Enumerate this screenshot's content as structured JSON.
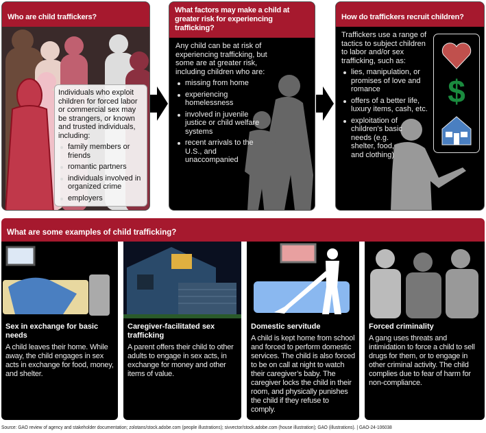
{
  "panels": [
    {
      "title": "Who are child traffickers?",
      "intro": "Individuals who exploit children for forced labor or commercial sex may be strangers, or known and trusted individuals, including:",
      "items": [
        "family members or friends",
        "romantic partners",
        "individuals involved in organized crime",
        "employers"
      ]
    },
    {
      "title": "What factors may make a child at greater risk for experiencing trafficking?",
      "intro": "Any child can be at risk of experiencing trafficking, but some are at greater risk, including children who are:",
      "items": [
        "missing from home",
        "experiencing homelessness",
        "involved in juvenile justice or child welfare systems",
        "recent arrivals to the U.S., and unaccompanied"
      ]
    },
    {
      "title": "How do traffickers recruit children?",
      "intro": "Traffickers use a range of tactics to subject children to labor and/or sex trafficking, such as:",
      "items": [
        "lies, manipulation, or promises of love and romance",
        "offers of a better life, luxury items, cash, etc.",
        "exploitation of children's basic needs (e.g. shelter, food, and clothing)"
      ],
      "icons": [
        "heart-icon",
        "dollar-icon",
        "house-icon"
      ]
    }
  ],
  "examples": {
    "title": "What are some examples of child trafficking?",
    "cards": [
      {
        "title": "Sex in exchange for basic needs",
        "body": "A child leaves their home. While away, the child engages in sex acts in exchange for food, money, and shelter."
      },
      {
        "title": "Caregiver-facilitated sex trafficking",
        "body": "A parent offers their child to other adults to engage in sex acts, in exchange for money and other items of value."
      },
      {
        "title": "Domestic servitude",
        "body": "A child is kept home from school and forced to perform domestic services. The child is also forced to be on call at night to watch their caregiver’s baby. The caregiver locks the child in their room, and physically punishes the child if they refuse to comply."
      },
      {
        "title": "Forced criminality",
        "body": "A gang uses threats and intimidation to force a child to sell drugs for them, or to engage in other criminal activity. The child complies due to fear of harm for non-compliance."
      }
    ]
  },
  "source": "Source: GAO review of agency and stakeholder documentation; zolotans/stock.adobe.com (people illustrations); sivvector/stock.adobe.com (house illustration); GAO (illustrations).  |  GAO-24-106038",
  "colors": {
    "header": "#a6192e",
    "background": "#000000",
    "heart": "#c0504d",
    "dollar": "#1a8a3e",
    "house": "#4a7fc1"
  }
}
